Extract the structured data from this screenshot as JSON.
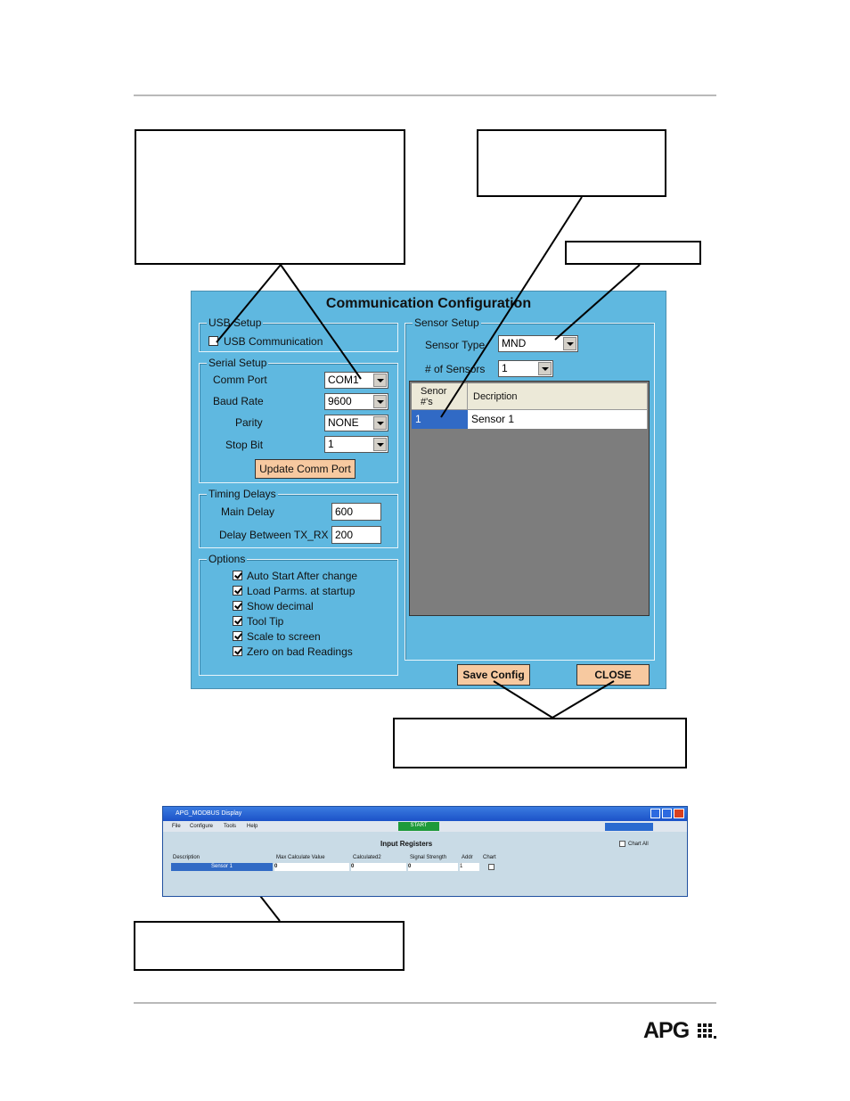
{
  "dialog": {
    "title": "Communication Configuration",
    "usb_group": {
      "title": "USB Setup",
      "usb_label": "USB Communication",
      "usb_checked": false
    },
    "serial_group": {
      "title": "Serial Setup",
      "comm_port_label": "Comm Port",
      "comm_port_value": "COM1",
      "baud_rate_label": "Baud Rate",
      "baud_rate_value": "9600",
      "parity_label": "Parity",
      "parity_value": "NONE",
      "stop_bit_label": "Stop Bit",
      "stop_bit_value": "1",
      "update_button": "Update Comm Port"
    },
    "timing_group": {
      "title": "Timing Delays",
      "main_delay_label": "Main Delay",
      "main_delay_value": "600",
      "delay_between_label": "Delay Between TX_RX",
      "delay_between_value": "200"
    },
    "options_group": {
      "title": "Options",
      "items": [
        {
          "label": "Auto Start After change",
          "checked": true
        },
        {
          "label": "Load Parms. at startup",
          "checked": true
        },
        {
          "label": "Show decimal",
          "checked": true
        },
        {
          "label": "Tool Tip",
          "checked": true
        },
        {
          "label": "Scale to screen",
          "checked": true
        },
        {
          "label": "Zero on bad Readings",
          "checked": true
        }
      ]
    },
    "sensor_group": {
      "title": "Sensor Setup",
      "sensor_type_label": "Sensor Type",
      "sensor_type_value": "MND",
      "num_sensors_label": "# of Sensors",
      "num_sensors_value": "1",
      "grid_headers": [
        "Senor #'s",
        "Decription"
      ],
      "grid_rows": [
        [
          "1",
          "Sensor 1"
        ]
      ]
    },
    "save_button": "Save Config",
    "close_button": "CLOSE"
  },
  "app_window": {
    "title": "APG_MODBUS Display",
    "menu": [
      "File",
      "Configure",
      "Tools",
      "Help"
    ],
    "start_button": "START",
    "chart_all_label": "Chart All",
    "heading": "Input Registers",
    "columns": [
      "Description",
      "Max Calculate Value",
      "Calculated2",
      "Signal Strength",
      "Addr",
      "Chart"
    ],
    "row": [
      "Sensor 1",
      "0",
      "0",
      "0",
      "1",
      ""
    ]
  },
  "logo": {
    "text": "APG"
  },
  "colors": {
    "dialog_bg": "#5fb8e0",
    "button_bg": "#f7c9a0",
    "selection": "#316ac5"
  }
}
